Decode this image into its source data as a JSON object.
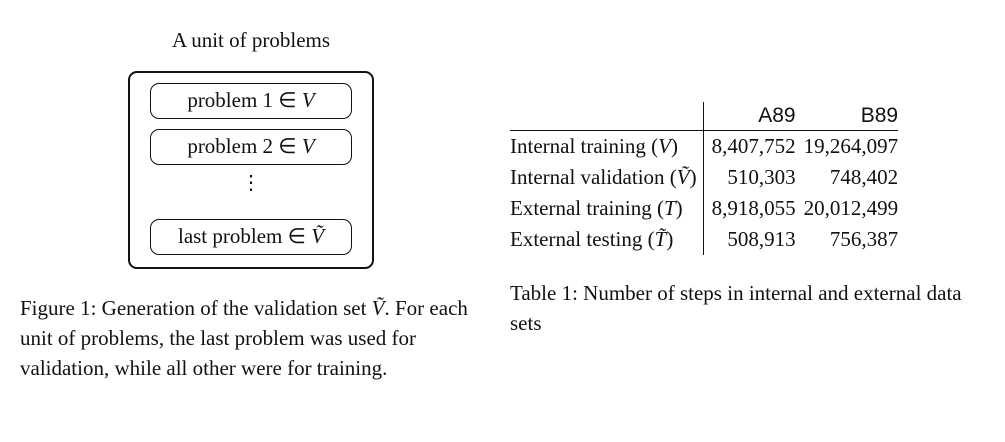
{
  "figure": {
    "title": "A unit of problems",
    "problems": [
      {
        "label": "problem 1",
        "set_symbol": "V"
      },
      {
        "label": "problem 2",
        "set_symbol": "V"
      },
      {
        "label": "last problem",
        "set_symbol": "Ṽ"
      }
    ],
    "ellipsis": "⋮",
    "caption": {
      "prefix": "Figure 1: Generation of the validation set ",
      "set": "Ṽ",
      "rest": ". For each unit of problems, the last problem was used for validation, while all other were for training."
    }
  },
  "table": {
    "columns": [
      "A89",
      "B89"
    ],
    "rows": [
      {
        "label": "Internal training (",
        "sym": "V",
        "close": ")",
        "values": [
          "8,407,752",
          "19,264,097"
        ]
      },
      {
        "label": "Internal validation (",
        "sym": "Ṽ",
        "close": ")",
        "values": [
          "510,303",
          "748,402"
        ]
      },
      {
        "label": "External training (",
        "sym": "T",
        "close": ")",
        "values": [
          "8,918,055",
          "20,012,499"
        ]
      },
      {
        "label": "External testing (",
        "sym": "T̃",
        "close": ")",
        "values": [
          "508,913",
          "756,387"
        ]
      }
    ],
    "caption": "Table 1: Number of steps in internal and external data sets"
  }
}
